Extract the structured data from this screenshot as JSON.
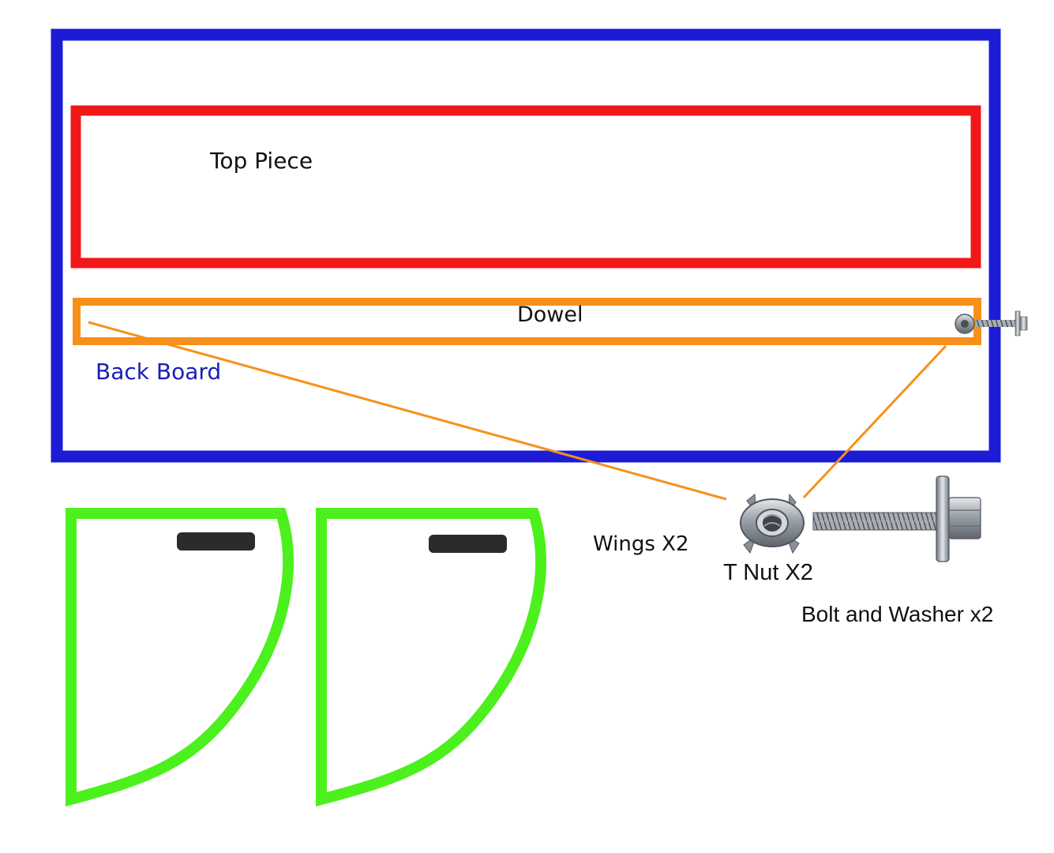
{
  "labels": {
    "top_piece": "Top Piece",
    "dowel": "Dowel",
    "back_board": "Back Board",
    "wings": "Wings X2",
    "t_nut": "T Nut X2",
    "bolt_washer": "Bolt and Washer x2"
  },
  "colors": {
    "back_board": "#1c1cd6",
    "top_piece": "#f01818",
    "dowel": "#f7901a",
    "wing": "#4cf01c",
    "wing_slot": "#2b2b2b",
    "label_text": "#111111",
    "back_board_text": "#1c1cb8",
    "leader_line": "#f7901a"
  },
  "icons": {
    "t_nut": "t-nut-icon",
    "bolt": "bolt-washer-icon"
  }
}
